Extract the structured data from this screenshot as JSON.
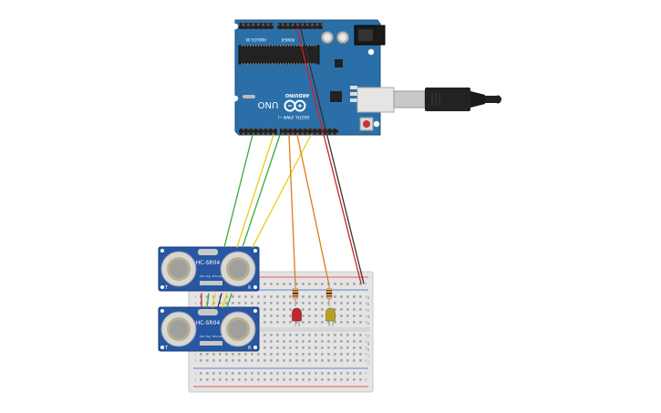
{
  "arduino": {
    "model_label": "UNO",
    "brand_label": "ARDUINO",
    "digital_label": "DIGITAL (PWM ~)",
    "analog_label": "ANALOG IN",
    "power_label": "POWER",
    "board_color": "#2a6fa8"
  },
  "sensors": [
    {
      "label": "HC-SR04",
      "pins": [
        "VCC",
        "Trig",
        "Echo",
        "Gnd"
      ],
      "left_mark": "T",
      "right_mark": "R"
    },
    {
      "label": "HC-SR04",
      "pins": [
        "VCC",
        "Trig",
        "Echo",
        "Gnd"
      ],
      "left_mark": "T",
      "right_mark": "R"
    }
  ],
  "leds": [
    {
      "color": "#c0282d"
    },
    {
      "color": "#b8a027"
    }
  ],
  "breadboard": {
    "row_letters_top": [
      "a",
      "b",
      "c",
      "d",
      "e"
    ],
    "row_letters_bottom": [
      "f",
      "g",
      "h",
      "i",
      "j"
    ]
  },
  "wire_colors": {
    "green": "#3aa83a",
    "yellow": "#e6cf1a",
    "orange": "#e07b14",
    "red": "#d42020",
    "black": "#333333"
  },
  "icons": {
    "usb_cable": "usb-cable-icon",
    "reset_button": "reset-button-icon",
    "infinity_logo": "arduino-logo-icon"
  }
}
